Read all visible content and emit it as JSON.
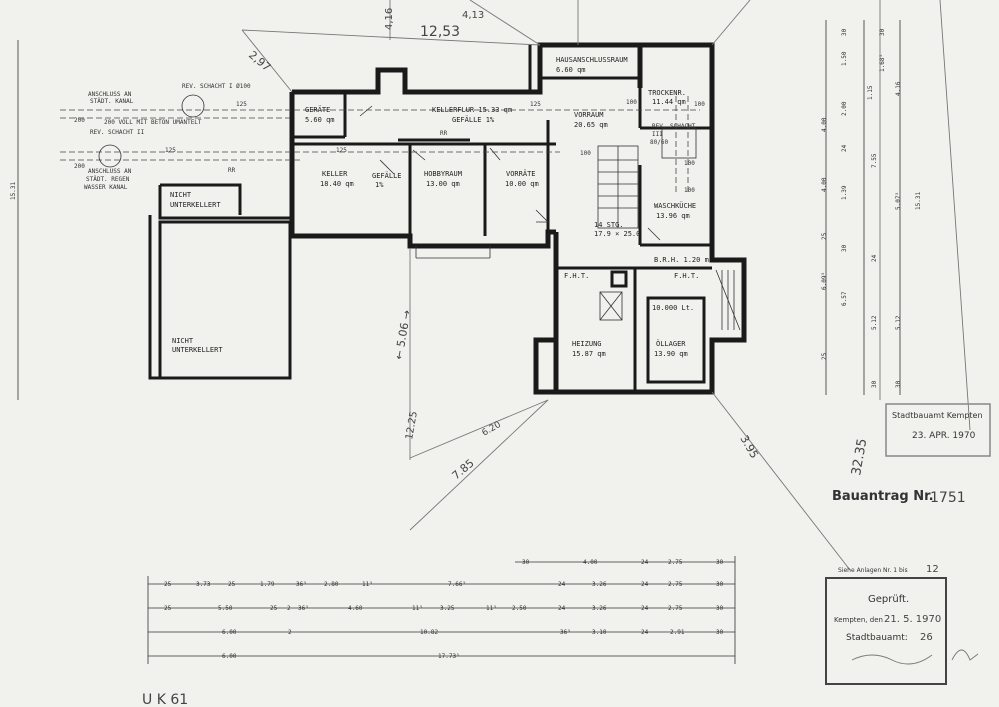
{
  "rooms": {
    "hausanschluss_name": "HAUSANSCHLUSSRAUM",
    "hausanschluss_area": "6.60 qm",
    "geraete_name": "GERÄTE",
    "geraete_area": "5.60 qm",
    "kellerflur": "KELLERFLUR 15.33 qm",
    "gefaelle_flur": "GEFÄLLE 1%",
    "vorraum_name": "VORRAUM",
    "vorraum_area": "20.65 qm",
    "trocken_name": "TROCKENR.",
    "trocken_area": "11.44 qm",
    "rev_schacht_iii": "REV. SCHACHT",
    "rev_iii_num": "III",
    "rev_iii_size": "80/60",
    "keller_name": "KELLER",
    "keller_area": "18.40 qm",
    "gefaelle_keller": "GEFÄLLE",
    "gefaelle_keller_pct": "1%",
    "hobby_name": "HOBBYRAUM",
    "hobby_area": "13.00 qm",
    "vorraete_name": "VORRÄTE",
    "vorraete_area": "10.00 qm",
    "waschkueche_name": "WASCHKÜCHE",
    "waschkueche_area": "13.96 qm",
    "stairs": "14 STG.",
    "stairs_dim": "17.9 × 25.0",
    "brh": "B.R.H. 1.20 m",
    "fht_left": "F.H.T.",
    "fht_right": "F.H.T.",
    "heizung_name": "HEIZUNG",
    "heizung_area": "15.87 qm",
    "tank": "10.000 Lt.",
    "oellager_name": "ÖLLAGER",
    "oellager_area": "13.90 qm",
    "nicht_1a": "NICHT",
    "nicht_1b": "UNTERKELLERT",
    "nicht_2a": "NICHT",
    "nicht_2b": "UNTERKELLERT",
    "rr_1": "RR",
    "rr_2": "RR",
    "v_100_a": "100",
    "v_100_b": "100",
    "v_100_c": "100",
    "v_100_d": "100",
    "v_100_e": "100"
  },
  "drain": {
    "rev1": "REV. SCHACHT I  Ø100",
    "rev2": "REV. SCHACHT II",
    "kanal1_a": "ANSCHLUSS AN",
    "kanal1_b": "STÄDT. KANAL",
    "kanal2_a": "ANSCHLUSS AN",
    "kanal2_b": "STÄDT. REGEN",
    "kanal2_c": "WASSER KANAL",
    "beton": "200  VOLL MIT BETON   UMANTELT",
    "d200_a": "200",
    "d200_b": "200",
    "d125_a": "125",
    "d125_b": "125",
    "d125_c": "125",
    "d125_d": "125"
  },
  "top_dims": {
    "d1": "12,53",
    "d2": "4,16",
    "d3": "4,13",
    "d4": "2,97"
  },
  "left_dim": "15.31",
  "right_dims": {
    "r1": "30",
    "r2": "1.50",
    "r3": "30",
    "r4": "1.68⁵",
    "r5": "2.00",
    "r6": "4.00",
    "r7": "1.15",
    "r8": "4.16",
    "r9": "24",
    "r10": "7.55",
    "r11": "4.00",
    "r12": "1.39",
    "r13": "5.07⁵",
    "r14": "25",
    "r15": "30",
    "r16": "6.09⁵",
    "r17": "24",
    "r18": "6.57",
    "r19": "5.12",
    "r20": "5.12",
    "r21": "25",
    "r22": "30",
    "r23": "30",
    "r24": "15.31"
  },
  "hand_dims": {
    "h1": "← 5.06 →",
    "h2": "12.25",
    "h3": "6.20",
    "h4": "7.85",
    "h5": "3.95",
    "h6": "32.35"
  },
  "bottom_dims": {
    "row0": [
      "30",
      "4.00",
      "24",
      "2.75",
      "30"
    ],
    "row1": [
      "25",
      "3.73",
      "25",
      "1.79",
      "36⁵",
      "2.80",
      "11⁵",
      "7.66⁵",
      "24",
      "3.26",
      "24",
      "2.75",
      "30"
    ],
    "row2": [
      "25",
      "5.50",
      "25",
      "2",
      "36⁵",
      "4.60",
      "11⁵",
      "3.25",
      "11⁵",
      "2.50",
      "24",
      "3.26",
      "24",
      "2.75",
      "30"
    ],
    "row3": [
      "6.00",
      "2",
      "10.82",
      "36⁵",
      "3.10",
      "24",
      "2.91",
      "30"
    ],
    "row4": [
      "6.00",
      "17.73⁵"
    ]
  },
  "stamps": {
    "stadtbauamt_line1": "Stadtbauamt Kempten",
    "stadtbauamt_line2": "23. APR. 1970",
    "bauantrag_label": "Bauantrag Nr.",
    "bauantrag_num": "1751",
    "anlage_text": "Siehe Anlagen Nr. 1 bis",
    "anlage_num": "12",
    "geprueft": "Geprüft.",
    "kempten_den": "Kempten, den",
    "kempten_date": "21. 5. 1970",
    "stadtbauamt": "Stadtbauamt:",
    "stadtbauamt_num": "26"
  },
  "corner_mark": "U K 61"
}
